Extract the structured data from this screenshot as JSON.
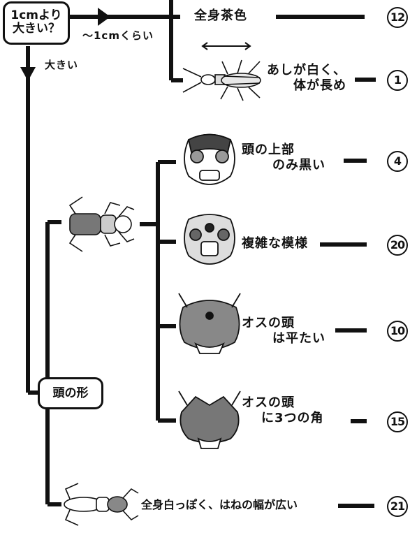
{
  "diagram": {
    "start_box": {
      "line1": "1cmより",
      "line2": "大きい？"
    },
    "edge_small": "～1cmくらい",
    "edge_large": "大きい",
    "head_box": "頭の形",
    "items": [
      {
        "label": [
          "全身茶色"
        ],
        "number": "12"
      },
      {
        "label": [
          "あしが白く、",
          "体が長め"
        ],
        "number": "1"
      },
      {
        "label": [
          "頭の上部",
          "のみ黒い"
        ],
        "number": "4"
      },
      {
        "label": [
          "複雑な模様"
        ],
        "number": "20"
      },
      {
        "label": [
          "オスの頭",
          "は平たい"
        ],
        "number": "10"
      },
      {
        "label": [
          "オスの頭",
          "に3つの角"
        ],
        "number": "15"
      },
      {
        "label": [
          "全身白っぽく、はねの幅が広い"
        ],
        "number": "21"
      }
    ]
  }
}
